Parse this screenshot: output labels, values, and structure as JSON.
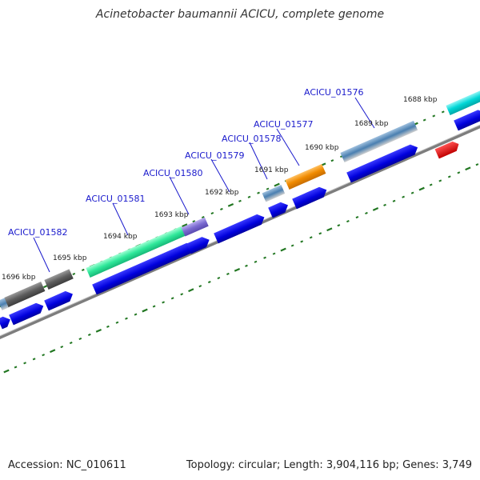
{
  "title": "Acinetobacter baumannii ACICU, complete genome",
  "footer": {
    "accession": "Accession: NC_010611",
    "topology": "Topology: circular; Length: 3,904,116 bp; Genes: 3,749"
  },
  "kbp_labels": [
    "1688 kbp",
    "1689 kbp",
    "1690 kbp",
    "1691 kbp",
    "1692 kbp",
    "1693 kbp",
    "1694 kbp",
    "1695 kbp",
    "1696 kbp"
  ],
  "gene_labels": [
    "ACICU_01576",
    "ACICU_01577",
    "ACICU_01578",
    "ACICU_01579",
    "ACICU_01580",
    "ACICU_01581",
    "ACICU_01582"
  ],
  "colors": {
    "backbone": "#888888",
    "forward_arrow": "#0000dd",
    "reverse_arrow": "#dd0000",
    "tick": "#227722",
    "label_link": "#1a1acc",
    "cyan_band": "#00d6d6",
    "steelblue_band": "#4a7fb0",
    "orange_band": "#f08a00",
    "purple_band": "#7a6ad0",
    "green_band": "#2fe89a",
    "gray_band": "#5d5d5d"
  }
}
